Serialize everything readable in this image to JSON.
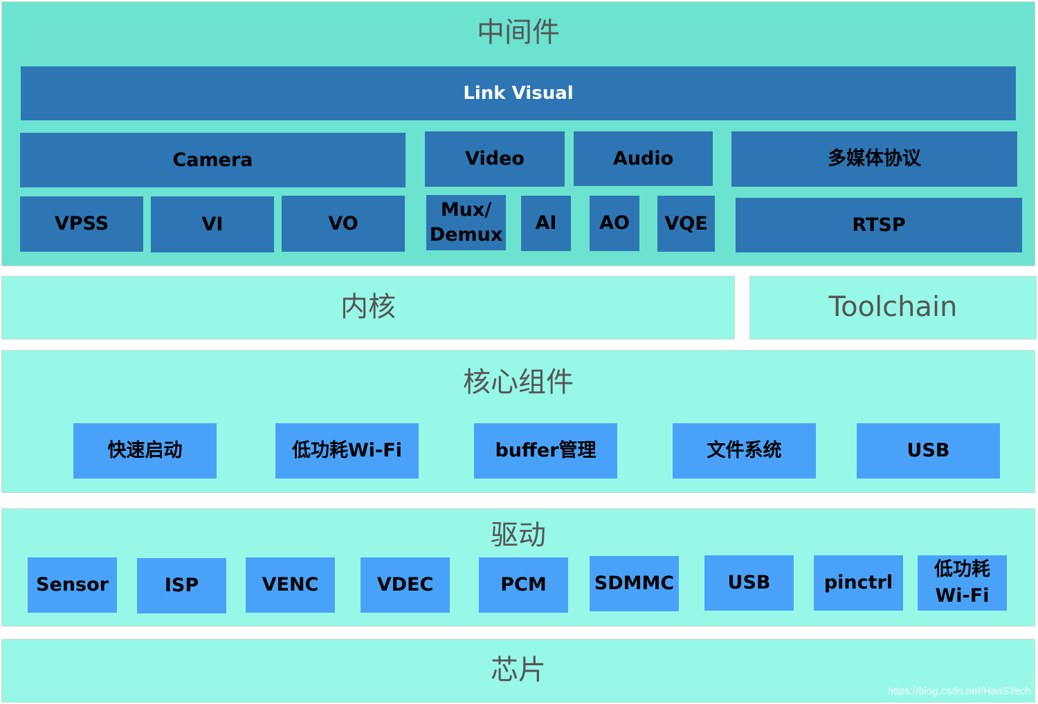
{
  "middleware": {
    "title": "中间件",
    "link_visual": "Link Visual",
    "camera": "Camera",
    "video": "Video",
    "audio": "Audio",
    "multimedia_protocol": "多媒体协议",
    "vpss": "VPSS",
    "vi": "VI",
    "vo": "VO",
    "mux_demux": "Mux/\nDemux",
    "ai": "AI",
    "ao": "AO",
    "vqe": "VQE",
    "rtsp": "RTSP"
  },
  "kernel": {
    "title": "内核"
  },
  "toolchain": {
    "title": "Toolchain"
  },
  "core_components": {
    "title": "核心组件",
    "items": [
      "快速启动",
      "低功耗Wi-Fi",
      "buffer管理",
      "文件系统",
      "USB"
    ]
  },
  "drivers": {
    "title": "驱动",
    "items": [
      "Sensor",
      "ISP",
      "VENC",
      "VDEC",
      "PCM",
      "SDMMC",
      "USB",
      "pinctrl",
      "低功耗\nWi-Fi"
    ]
  },
  "chip": {
    "title": "芯片"
  },
  "watermark": "https://blog.csdn.net/HaaSTech",
  "colors": {
    "middleware_bg": "#6be3d0",
    "layer_bg": "#98f8e8",
    "dark_box": "#2e75b4",
    "light_box": "#4aa2f8"
  }
}
